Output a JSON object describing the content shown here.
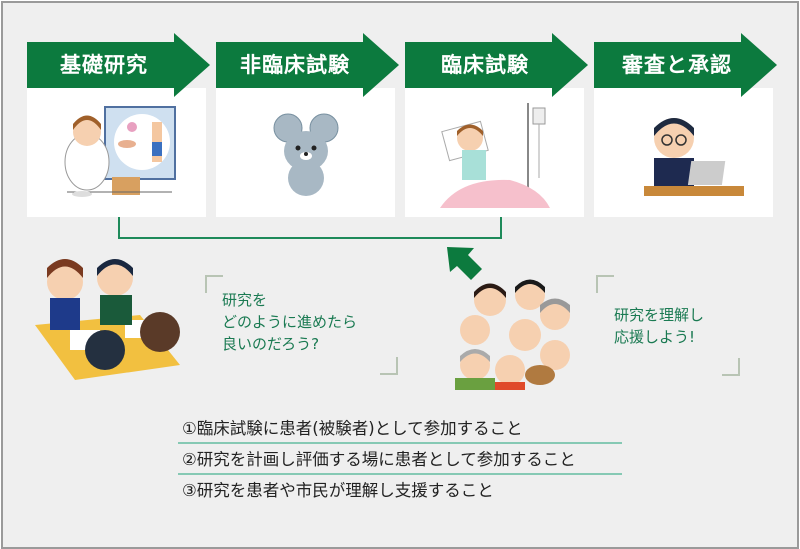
{
  "steps": [
    {
      "label": "基礎研究",
      "icon": "researcher-lab-icon"
    },
    {
      "label": "非臨床試験",
      "icon": "mouse-icon"
    },
    {
      "label": "臨床試験",
      "icon": "patient-iv-bed-icon"
    },
    {
      "label": "審査と承認",
      "icon": "reviewer-laptop-icon"
    }
  ],
  "quotes": {
    "left": {
      "lines": [
        "研究を",
        "どのように進めたら",
        "良いのだろう?"
      ],
      "icon": "meeting-group-icon"
    },
    "right": {
      "lines": [
        "研究を理解し",
        "応援しよう!"
      ],
      "icon": "cheering-crowd-icon"
    }
  },
  "list": [
    "①臨床試験に患者(被験者)として参加すること",
    "②研究を計画し評価する場に患者として参加すること",
    "③研究を患者や市民が理解し支援すること"
  ],
  "colors": {
    "green": "#0c7a3e",
    "line": "#1e8a5a",
    "text_green": "#1a7a52",
    "separator": "#86c9b4",
    "background": "#efefef"
  }
}
